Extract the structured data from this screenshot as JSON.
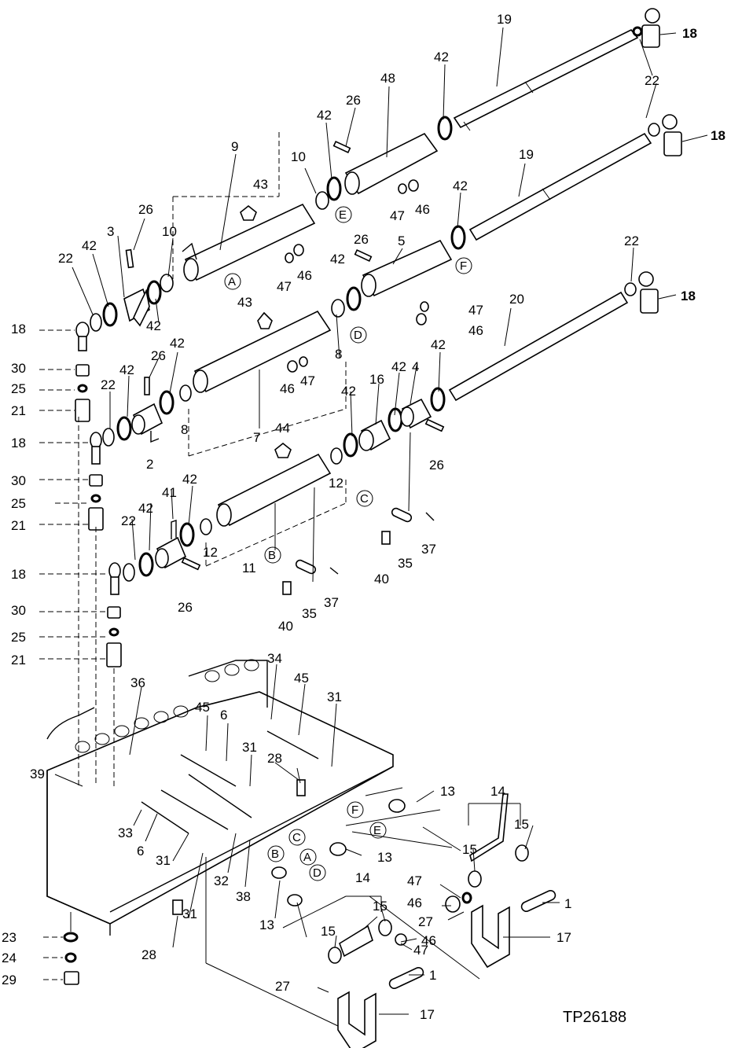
{
  "document_id": "TP26188",
  "callouts": {
    "c1a": "1",
    "c1b": "1",
    "c2": "2",
    "c3": "3",
    "c4": "4",
    "c5": "5",
    "c6a": "6",
    "c6b": "6",
    "c7": "7",
    "c8a": "8",
    "c8b": "8",
    "c9": "9",
    "c10a": "10",
    "c10b": "10",
    "c11": "11",
    "c12a": "12",
    "c12b": "12",
    "c13a": "13",
    "c13b": "13",
    "c13c": "13",
    "c14a": "14",
    "c14b": "14",
    "c15a": "15",
    "c15b": "15",
    "c15c": "15",
    "c15d": "15",
    "c16": "16",
    "c17a": "17",
    "c17b": "17",
    "c18a": "18",
    "c18b": "18",
    "c18c": "18",
    "c18d": "18",
    "c18e": "18",
    "c18f": "18",
    "c19a": "19",
    "c19b": "19",
    "c20": "20",
    "c21a": "21",
    "c21b": "21",
    "c21c": "21",
    "c22a": "22",
    "c22b": "22",
    "c22c": "22",
    "c22d": "22",
    "c22e": "22",
    "c23": "23",
    "c24": "24",
    "c25a": "25",
    "c25b": "25",
    "c25c": "25",
    "c26a": "26",
    "c26b": "26",
    "c26c": "26",
    "c26d": "26",
    "c26e": "26",
    "c26f": "26",
    "c27a": "27",
    "c27b": "27",
    "c28a": "28",
    "c28b": "28",
    "c29": "29",
    "c30a": "30",
    "c30b": "30",
    "c30c": "30",
    "c31a": "31",
    "c31b": "31",
    "c31c": "31",
    "c31d": "31",
    "c32": "32",
    "c33": "33",
    "c34": "34",
    "c35a": "35",
    "c35b": "35",
    "c36": "36",
    "c37a": "37",
    "c37b": "37",
    "c38": "38",
    "c39": "39",
    "c40a": "40",
    "c40b": "40",
    "c41": "41",
    "c42a": "42",
    "c42b": "42",
    "c42c": "42",
    "c42d": "42",
    "c42e": "42",
    "c42f": "42",
    "c42g": "42",
    "c42h": "42",
    "c42i": "42",
    "c42j": "42",
    "c42k": "42",
    "c42l": "42",
    "c43a": "43",
    "c43b": "43",
    "c44": "44",
    "c45a": "45",
    "c45b": "45",
    "c46a": "46",
    "c46b": "46",
    "c46c": "46",
    "c46d": "46",
    "c46e": "46",
    "c46f": "46",
    "c47a": "47",
    "c47b": "47",
    "c47c": "47",
    "c47d": "47",
    "c47e": "47",
    "c47f": "47",
    "c48": "48"
  },
  "connectors": {
    "A1": "A",
    "A2": "A",
    "B1": "B",
    "B2": "B",
    "C1": "C",
    "C2": "C",
    "D1": "D",
    "D2": "D",
    "E1": "E",
    "E2": "E",
    "F1": "F",
    "F2": "F"
  }
}
